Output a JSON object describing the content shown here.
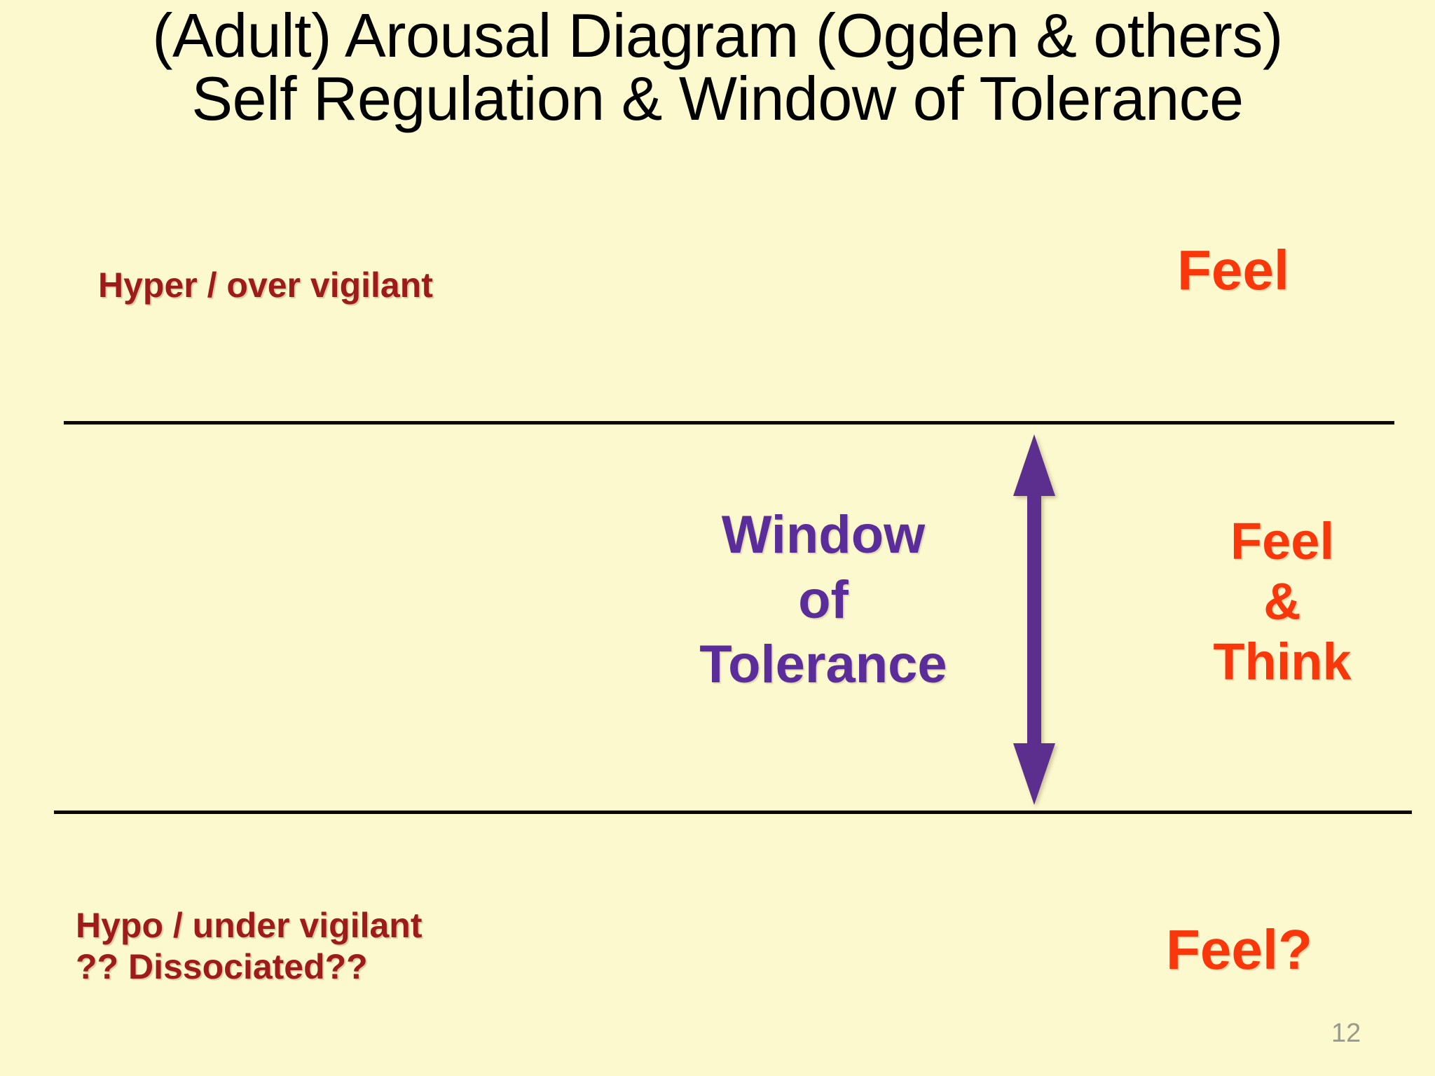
{
  "slide": {
    "background_color": "#FDF9CE",
    "page_number": "12"
  },
  "title": {
    "line1": "(Adult) Arousal Diagram (Ogden & others)",
    "line2": "Self Regulation & Window of Tolerance",
    "color": "#000000"
  },
  "zones": {
    "hyper": {
      "label": "Hyper / over vigilant",
      "color": "#9E1B1B",
      "response": "Feel",
      "response_color": "#F8380B"
    },
    "window": {
      "line1": "Window",
      "line2": "of",
      "line3": "Tolerance",
      "color": "#5B2D9B",
      "response_line1": "Feel",
      "response_line2": "&",
      "response_line3": "Think",
      "response_color": "#F8380B"
    },
    "hypo": {
      "label_line1": "Hypo / under vigilant",
      "label_line2": "?? Dissociated??",
      "color": "#9E1B1B",
      "response": "Feel?",
      "response_color": "#F8380B"
    }
  },
  "arrow": {
    "name": "double-headed-vertical-arrow",
    "color": "#5B2D8E"
  },
  "dividers": {
    "top_line_color": "#0B0900",
    "bottom_line_color": "#0B0900"
  }
}
